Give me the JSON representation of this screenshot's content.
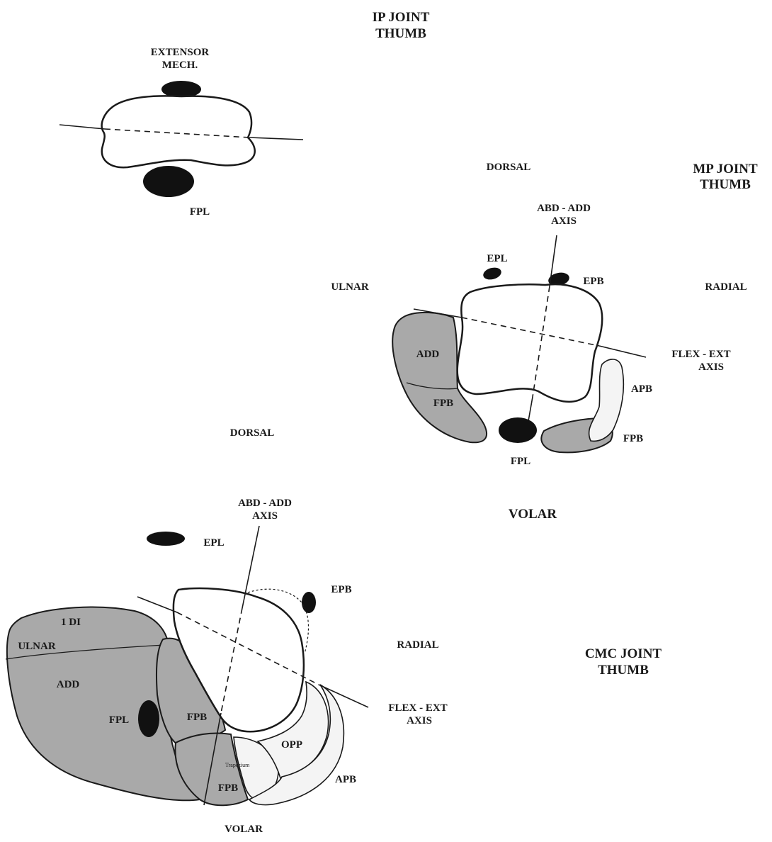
{
  "ip_joint": {
    "title_line1": "IP JOINT",
    "title_line2": "THUMB",
    "extensor_line1": "EXTENSOR",
    "extensor_line2": "MECH.",
    "fpl": "FPL"
  },
  "mp_joint": {
    "title_line1": "MP JOINT",
    "title_line2": "THUMB",
    "dorsal": "DORSAL",
    "ulnar": "ULNAR",
    "radial": "RADIAL",
    "volar": "VOLAR",
    "abd_add_line1": "ABD - ADD",
    "abd_add_line2": "AXIS",
    "flex_ext_line1": "FLEX - EXT",
    "flex_ext_line2": "AXIS",
    "epl": "EPL",
    "epb": "EPB",
    "add": "ADD",
    "fpb_ulnar": "FPB",
    "apb": "APB",
    "fpb_radial": "FPB",
    "fpl": "FPL"
  },
  "cmc_joint": {
    "title_line1": "CMC  JOINT",
    "title_line2": "THUMB",
    "dorsal": "DORSAL",
    "radial": "RADIAL",
    "volar": "VOLAR",
    "abd_add_line1": "ABD - ADD",
    "abd_add_line2": "AXIS",
    "flex_ext_line1": "FLEX - EXT",
    "flex_ext_line2": "AXIS",
    "epl": "EPL",
    "epb": "EPB",
    "first_di": "1 DI",
    "ulnar": "ULNAR",
    "add": "ADD",
    "fpl": "FPL",
    "fpb_upper": "FPB",
    "fpb_lower": "FPB",
    "opp": "OPP",
    "apb": "APB",
    "trapezium": "Trapezium"
  }
}
